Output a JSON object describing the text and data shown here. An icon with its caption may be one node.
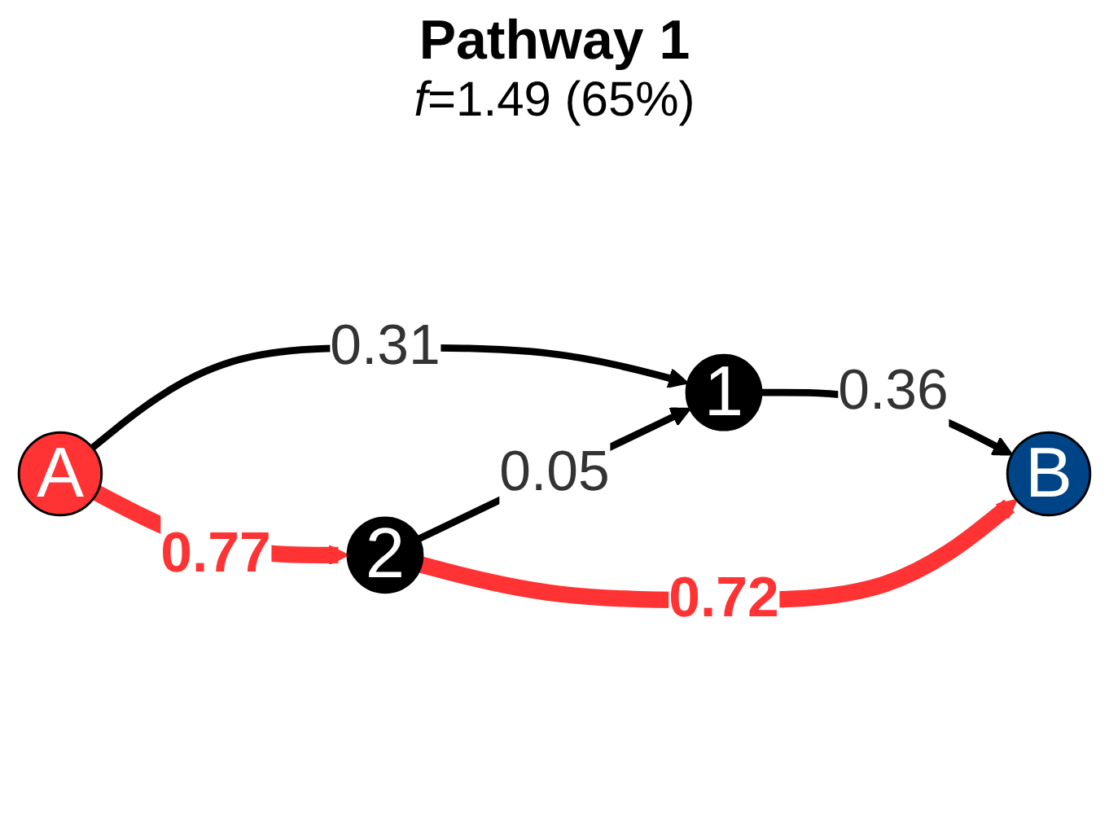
{
  "diagram": {
    "title": "Pathway 1",
    "nodes": [
      {
        "text": [
          "A"
        ]
      },
      {
        "text": [
          "1"
        ]
      },
      {
        "text": [
          "2"
        ]
      },
      {
        "text": [
          "B"
        ]
      }
    ],
    "edges": [
      {
        "from": 0,
        "to": 1,
        "arrow": "to",
        "label": "0.31"
      },
      {
        "from": 1,
        "to": 3,
        "arrow": "to",
        "label": "0.36"
      },
      {
        "from": 2,
        "to": 1,
        "arrow": "to",
        "label": "0.05"
      },
      {
        "from": 0,
        "to": 2,
        "arrow": "to",
        "label": "0.77",
        "style": "thick",
        "color": "#ff3333"
      },
      {
        "from": 2,
        "to": 3,
        "arrow": "to",
        "label": "0.72",
        "style": "thick",
        "color": "#ff3333"
      }
    ],
    "labels": [
      "*f*=1.49 (65%)"
    ]
  }
}
